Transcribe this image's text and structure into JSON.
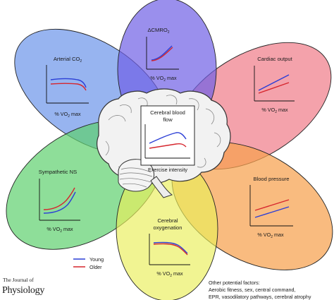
{
  "petals": {
    "top": {
      "title": "ΔCMRO",
      "title_sub": "2",
      "xlabel_main": "% VO",
      "xlabel_sub": "2",
      "xlabel_tail": " max",
      "color": "#6f5fe6"
    },
    "upper_left": {
      "title": "Arterial CO",
      "title_sub": "2",
      "xlabel_main": "% VO",
      "xlabel_sub": "2",
      "xlabel_tail": " max",
      "color": "#6f97ea"
    },
    "upper_right": {
      "title": "Cardiac output",
      "xlabel_main": "% VO",
      "xlabel_sub": "2",
      "xlabel_tail": " max",
      "color": "#f07a88"
    },
    "lower_left": {
      "title": "Sympathetic NS",
      "xlabel_main": "% VO",
      "xlabel_sub": "2",
      "xlabel_tail": " max",
      "color": "#5ed06e"
    },
    "lower_right": {
      "title": "Blood pressure",
      "xlabel_main": "% VO",
      "xlabel_sub": "2",
      "xlabel_tail": " max",
      "color": "#f7a14e"
    },
    "bottom": {
      "title_line1": "Cerebral",
      "title_line2": "oxygenation",
      "xlabel_main": "% VO",
      "xlabel_sub": "2",
      "xlabel_tail": " max",
      "color": "#e9ef5a"
    }
  },
  "center": {
    "title_line1": "Cerebral blood",
    "title_line2": "flow",
    "xlabel": "Exercise intensity"
  },
  "legend": {
    "items": [
      {
        "label": "Young",
        "color": "#2c3fd6"
      },
      {
        "label": "Older",
        "color": "#d6262e"
      }
    ]
  },
  "journal": {
    "line1": "The Journal of",
    "line2": "Physiology"
  },
  "factors": {
    "heading": "Other potential factors:",
    "line1": "Aerobic fitness, sex, central command,",
    "line2": "EPR, vasodilatory pathways, cerebral atrophy"
  }
}
